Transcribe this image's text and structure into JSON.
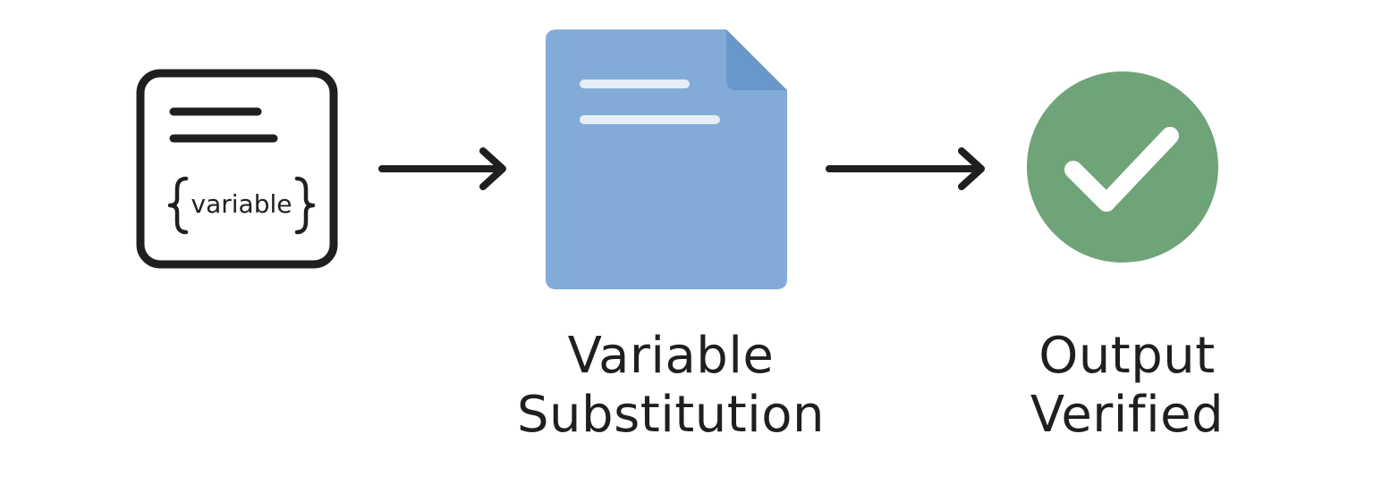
{
  "template_node": {
    "placeholder_text": "variable"
  },
  "substitution_node": {
    "label_line1": "Variable",
    "label_line2": "Substitution"
  },
  "verified_node": {
    "label_line1": "Output",
    "label_line2": "Verified"
  },
  "icons": {
    "template": "template-document-icon",
    "document": "document-icon",
    "check": "check-circle-icon",
    "arrow": "arrow-right-icon"
  },
  "colors": {
    "ink": "#1f1f1f",
    "document_blue": "#82abd8",
    "document_fold": "#6a97c9",
    "document_lines": "#e6eef8",
    "success_green": "#6fa479"
  }
}
